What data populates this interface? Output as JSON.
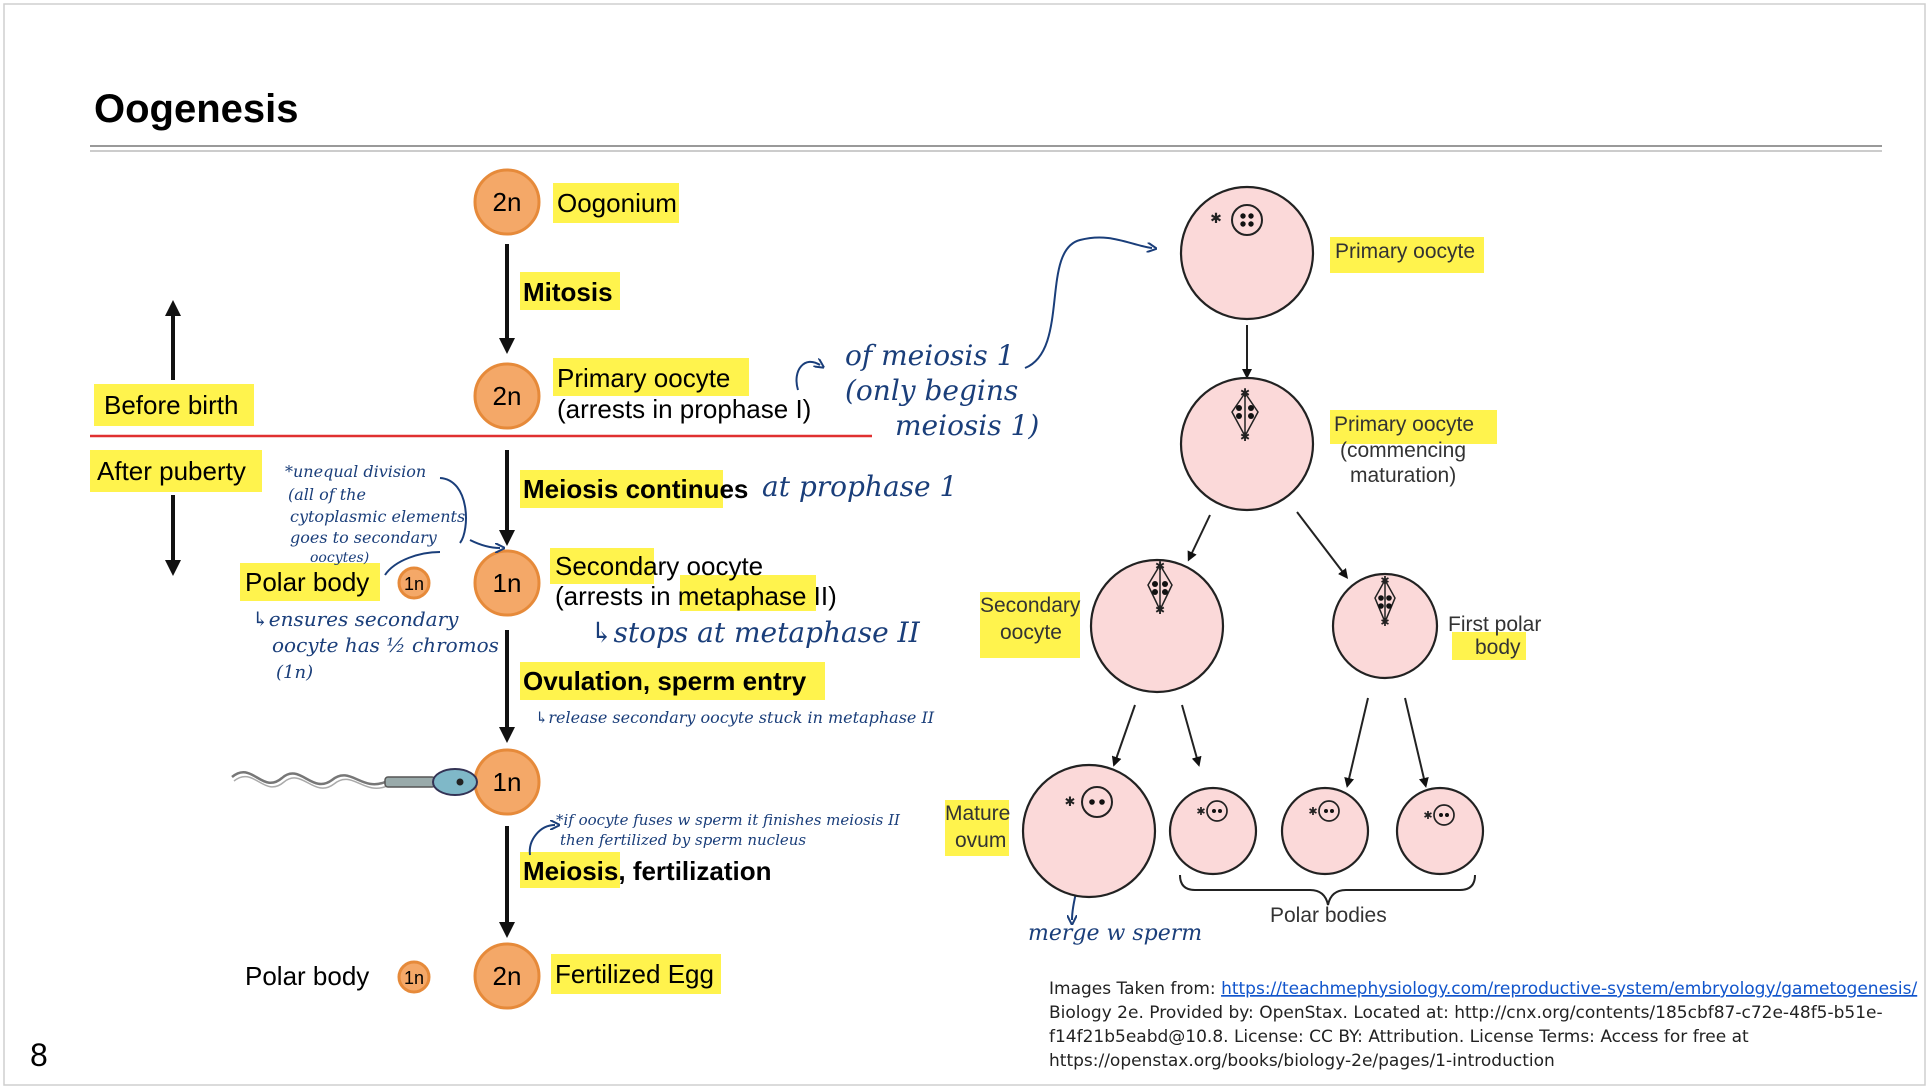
{
  "slide": {
    "title": "Oogenesis",
    "page_number": "8"
  },
  "left_diagram": {
    "before_birth": "Before birth",
    "after_puberty": "After puberty",
    "ploidy_2n": "2n",
    "ploidy_1n": "1n",
    "stages": {
      "oogonium": "Oogonium",
      "mitosis": "Mitosis",
      "primary_oocyte": "Primary oocyte",
      "primary_oocyte_note": "(arrests in prophase I)",
      "meiosis_continues": "Meiosis continues",
      "secondary_oocyte": "Secondary oocyte",
      "secondary_oocyte_note": "(arrests in metaphase II)",
      "ovulation": "Ovulation, sperm entry",
      "meiosis_fertilization": "Meiosis, fertilization",
      "fertilized_egg": "Fertilized Egg",
      "polar_body_1": "Polar body",
      "polar_body_2": "Polar body"
    }
  },
  "right_diagram": {
    "primary_oocyte": "Primary oocyte",
    "primary_oocyte_2": "Primary oocyte",
    "commencing": "(commencing",
    "maturation": "maturation)",
    "secondary_oocyte_1": "Secondary",
    "secondary_oocyte_2": "oocyte",
    "first_polar_1": "First polar",
    "first_polar_2": "body",
    "mature_ovum_1": "Mature",
    "mature_ovum_2": "ovum",
    "polar_bodies": "Polar bodies"
  },
  "annotations": {
    "of_meiosis_1": "of meiosis 1",
    "only_begins": "(only begins",
    "meiosis_1_paren": "meiosis 1)",
    "unequal_1": "*unequal division",
    "unequal_2": "(all of the",
    "unequal_3": "cytoplasmic elements",
    "unequal_4": "goes to secondary",
    "unequal_5": "oocytes)",
    "ensures_1": "↳ensures secondary",
    "ensures_2": "oocyte has ½ chromos",
    "ensures_3": "(1n)",
    "at_prophase": "at prophase 1",
    "stops_at": "↳stops at metaphase II",
    "release": "↳release secondary oocyte stuck in metaphase II",
    "fuses_1": "*if oocyte fuses w sperm it finishes meiosis II",
    "fuses_2": "then fertilized by sperm nucleus",
    "merge": "merge w sperm"
  },
  "credits": {
    "prefix": "Images Taken from: ",
    "link": "https://teachmephysiology.com/reproductive-system/embryology/gametogenesis/",
    "line2": "Biology 2e. Provided by: OpenStax. Located at: http://cnx.org/contents/185cbf87-c72e-48f5-b51e-",
    "line3": "f14f21b5eabd@10.8. License: CC BY: Attribution. License Terms: Access for free at",
    "line4": "https://openstax.org/books/biology-2e/pages/1-introduction"
  },
  "colors": {
    "highlight": "#fff34d",
    "cell_orange": "#f4a868",
    "cell_pink": "#fbd9d9",
    "divider_red": "#e03030",
    "ink_blue": "#1a3e7a"
  }
}
